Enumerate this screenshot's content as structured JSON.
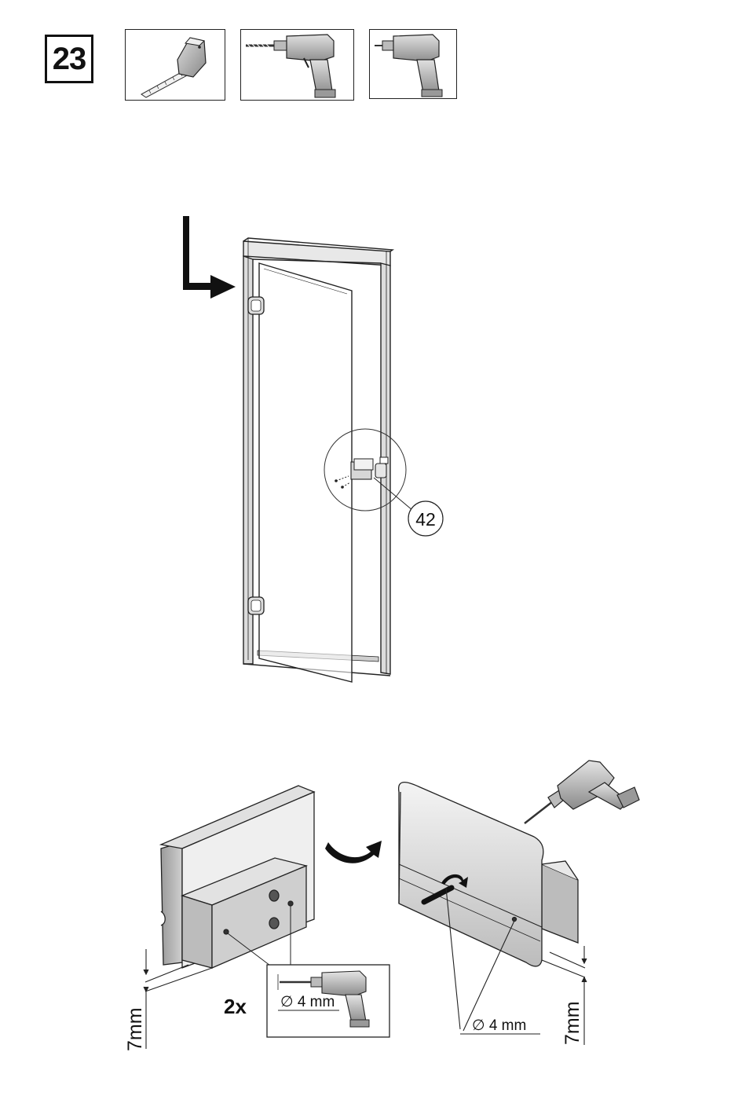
{
  "step": {
    "number": "23"
  },
  "tools": [
    {
      "name": "tape-measure-icon"
    },
    {
      "name": "drill-bit-icon"
    },
    {
      "name": "screwdriver-drill-icon"
    }
  ],
  "callouts": {
    "part_number": "42"
  },
  "detail_left": {
    "quantity": "2x",
    "drill_diameter": "∅ 4 mm",
    "edge_distance": "7mm"
  },
  "detail_right": {
    "drill_diameter": "∅ 4 mm",
    "edge_distance": "7mm"
  },
  "colors": {
    "ink": "#111111",
    "panel_gray": "#c8c8c8",
    "dark_gray": "#8a8a8a",
    "light_gray": "#e6e6e6"
  }
}
